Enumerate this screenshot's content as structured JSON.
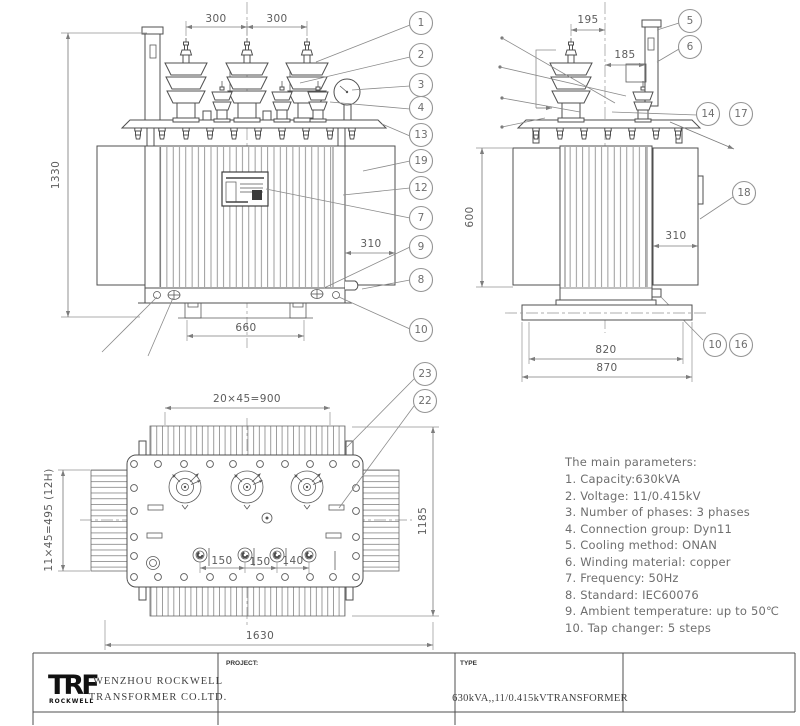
{
  "front_view": {
    "dims": {
      "span_left": "300",
      "span_right": "300",
      "height": "1330",
      "side": "310",
      "base": "660"
    },
    "callouts": [
      "1",
      "2",
      "3",
      "4",
      "13",
      "19",
      "12",
      "7",
      "9",
      "8",
      "10"
    ]
  },
  "side_view": {
    "dims": {
      "offset_hv": "195",
      "offset_lv": "185",
      "fin_height": "600",
      "side": "310",
      "base_inner": "820",
      "base_outer": "870"
    },
    "callouts": [
      "5",
      "6",
      "14",
      "17",
      "18",
      "10",
      "16"
    ]
  },
  "top_view": {
    "dims": {
      "fins_top": "20×45=900",
      "fins_left": "11×45=495 (12H)",
      "depth": "1185",
      "lv1": "150",
      "lv2": "150",
      "lv3": "140",
      "width": "1630"
    },
    "callouts": [
      "23",
      "22"
    ]
  },
  "parameters": {
    "title": "The main parameters:",
    "items": [
      "1. Capacity:630kVA",
      "2. Voltage: 11/0.415kV",
      "3. Number of phases: 3 phases",
      "4. Connection group: Dyn11",
      "5. Cooling method: ONAN",
      "6. Winding material: copper",
      "7. Frequency: 50Hz",
      "8. Standard: IEC60076",
      "9. Ambient temperature: up to 50℃",
      "10. Tap changer: 5 steps"
    ]
  },
  "title_block": {
    "logo_text": "TRF",
    "logo_sub": "ROCKWELL",
    "company_line1": "WENZHOU ROCKWELL",
    "company_line2": "TRANSFORMER CO.LTD.",
    "project_label": "PROJECT:",
    "type_label": "TYPE",
    "type_value": "630kVA,,11/0.415kVTRANSFORMER"
  },
  "colors": {
    "line": "#4f4f4f",
    "dimension": "#7d7d7d",
    "text": "#5c5c5c"
  }
}
